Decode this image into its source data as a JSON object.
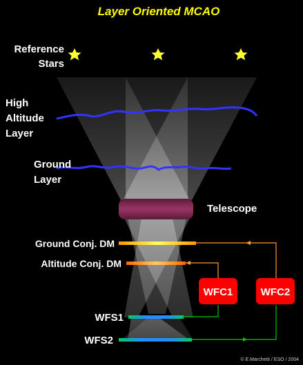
{
  "title": "Layer Oriented MCAO",
  "labels": {
    "reference_stars_line1": "Reference",
    "reference_stars_line2": "Stars",
    "high_altitude_line1": "High",
    "high_altitude_line2": "Altitude",
    "high_altitude_line3": "Layer",
    "ground_layer_line1": "Ground",
    "ground_layer_line2": "Layer",
    "telescope": "Telescope",
    "ground_conj_dm": "Ground Conj. DM",
    "altitude_conj_dm": "Altitude Conj. DM",
    "wfs1": "WFS1",
    "wfs2": "WFS2"
  },
  "controllers": {
    "wfc1": "WFC1",
    "wfc2": "WFC2"
  },
  "credit": "© E.Marchetti / ESO / 2004",
  "colors": {
    "star": "#ffff33",
    "title": "#ffff00",
    "turbulence": "#3333ff",
    "telescope": "#7a2248",
    "controller": "#ff0000",
    "ground_dm": "#ffcc00",
    "altitude_dm": "#ff9900",
    "wfs1": "#1e90ff",
    "wfs2": "#00cc66",
    "wfc1_link": "#00cc00",
    "wfc2_link": "#ff9933"
  }
}
